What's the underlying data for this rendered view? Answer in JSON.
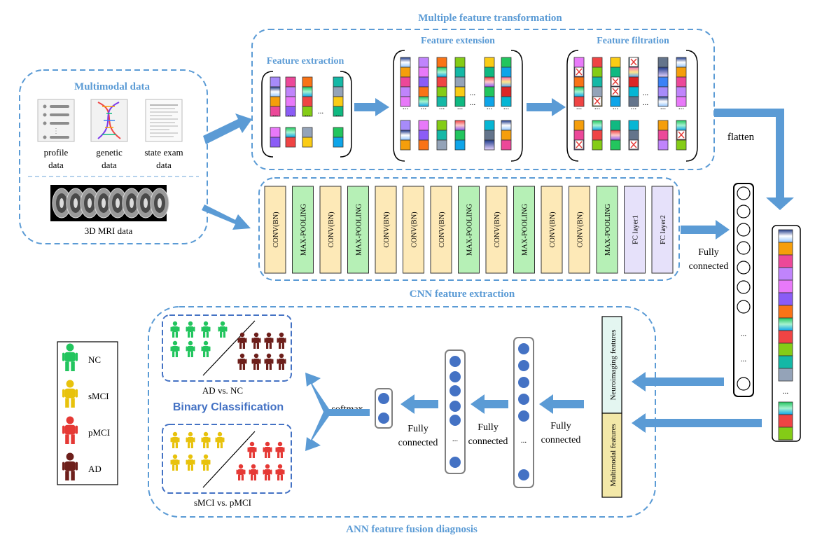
{
  "colors": {
    "accent_blue": "#5b9bd5",
    "title_blue": "#5b9bd5",
    "binary_blue": "#4472c4",
    "conv_fill": "#fde9b7",
    "pool_fill": "#b6f0b6",
    "fc_fill": "#e6e1fa",
    "neuro_fill": "#e4f6f1",
    "multi_fill": "#f3e8a8",
    "neuron_blue": "#4472c4",
    "nc_green": "#22c55e",
    "smci_yellow": "#e8c20c",
    "pmci_red": "#e53935",
    "ad_maroon": "#6d1f1b"
  },
  "titles": {
    "multiple_feature_transformation": "Multiple feature transformation",
    "feature_extraction": "Feature extraction",
    "feature_extension": "Feature extension",
    "feature_filtration": "Feature filtration",
    "multimodal_data": "Multimodal data",
    "cnn_feature_extraction": "CNN feature extraction",
    "ann_feature_fusion_diagnosis": "ANN feature fusion diagnosis",
    "binary_classification": "Binary Classification"
  },
  "multimodal": {
    "profile_line1": "profile",
    "profile_line2": "data",
    "genetic_line1": "genetic",
    "genetic_line2": "data",
    "state_line1": "state exam",
    "state_line2": "data",
    "mri_label": "3D MRI data"
  },
  "cnn_layers": [
    "CONV(BN)",
    "MAX-POOLING",
    "CONV(BN)",
    "MAX-POOLING",
    "CONV(BN)",
    "CONV(BN)",
    "CONV(BN)",
    "MAX-POOLING",
    "CONV(BN)",
    "MAX-POOLING",
    "CONV(BN)",
    "CONV(BN)",
    "MAX-POOLING",
    "FC layer1",
    "FC layer2"
  ],
  "labels": {
    "flatten": "flatten",
    "fully_connected_line1": "Fully",
    "fully_connected_line2": "connected",
    "softmax": "softmax",
    "neuroimaging_features": "Neuroimaging features",
    "multimodal_features": "Multimodal features",
    "ad_vs_nc": "AD vs. NC",
    "smci_vs_pmci": "sMCI vs. pMCI",
    "ellipsis": "..."
  },
  "legend": [
    "NC",
    "sMCI",
    "pMCI",
    "AD"
  ]
}
